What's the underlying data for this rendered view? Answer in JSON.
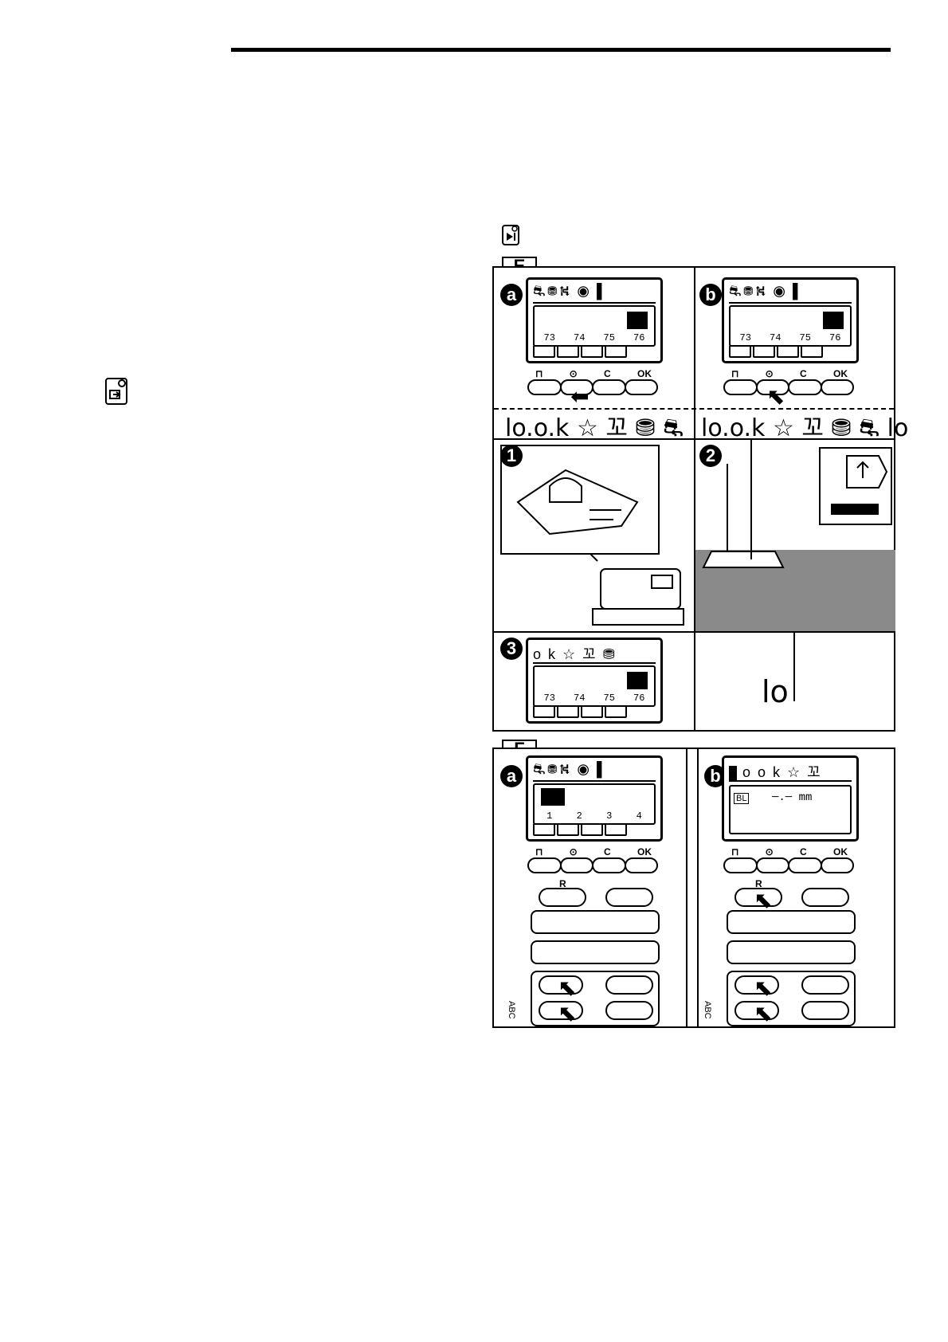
{
  "sections": {
    "E": {
      "label": "E",
      "a": {
        "step": "a",
        "numbers": [
          "73",
          "74",
          "75",
          "76"
        ],
        "keys": [
          "⊓",
          "⊙",
          "C",
          "OK"
        ],
        "stitched": "lo.o.k ☆ 꼬 ⛃ ⛐"
      },
      "b": {
        "step": "b",
        "numbers": [
          "73",
          "74",
          "75",
          "76"
        ],
        "keys": [
          "⊓",
          "⊙",
          "C",
          "OK"
        ],
        "stitched": "lo.o.k ☆ 꼬 ⛃ ⛐ lo"
      },
      "step1": "1",
      "step2": "2",
      "step3": {
        "step": "3",
        "display_top": "o k ☆ 꼬 ⛃",
        "numbers": [
          "73",
          "74",
          "75",
          "76"
        ]
      },
      "stitched_result": "lo"
    },
    "F": {
      "label": "F",
      "a": {
        "step": "a",
        "numbers": [
          "1",
          "2",
          "3",
          "4"
        ],
        "keys": [
          "⊓",
          "⊙",
          "C",
          "OK"
        ],
        "side_label": "ABC"
      },
      "b": {
        "step": "b",
        "display_top": "o o k ☆ 꼬",
        "unit": "mm",
        "bl_label": "BL",
        "reverse_key": "R",
        "keys": [
          "⊓",
          "⊙",
          "C",
          "OK"
        ],
        "side_label": "ABC"
      }
    }
  },
  "key_labels": {
    "reverse": "R"
  }
}
